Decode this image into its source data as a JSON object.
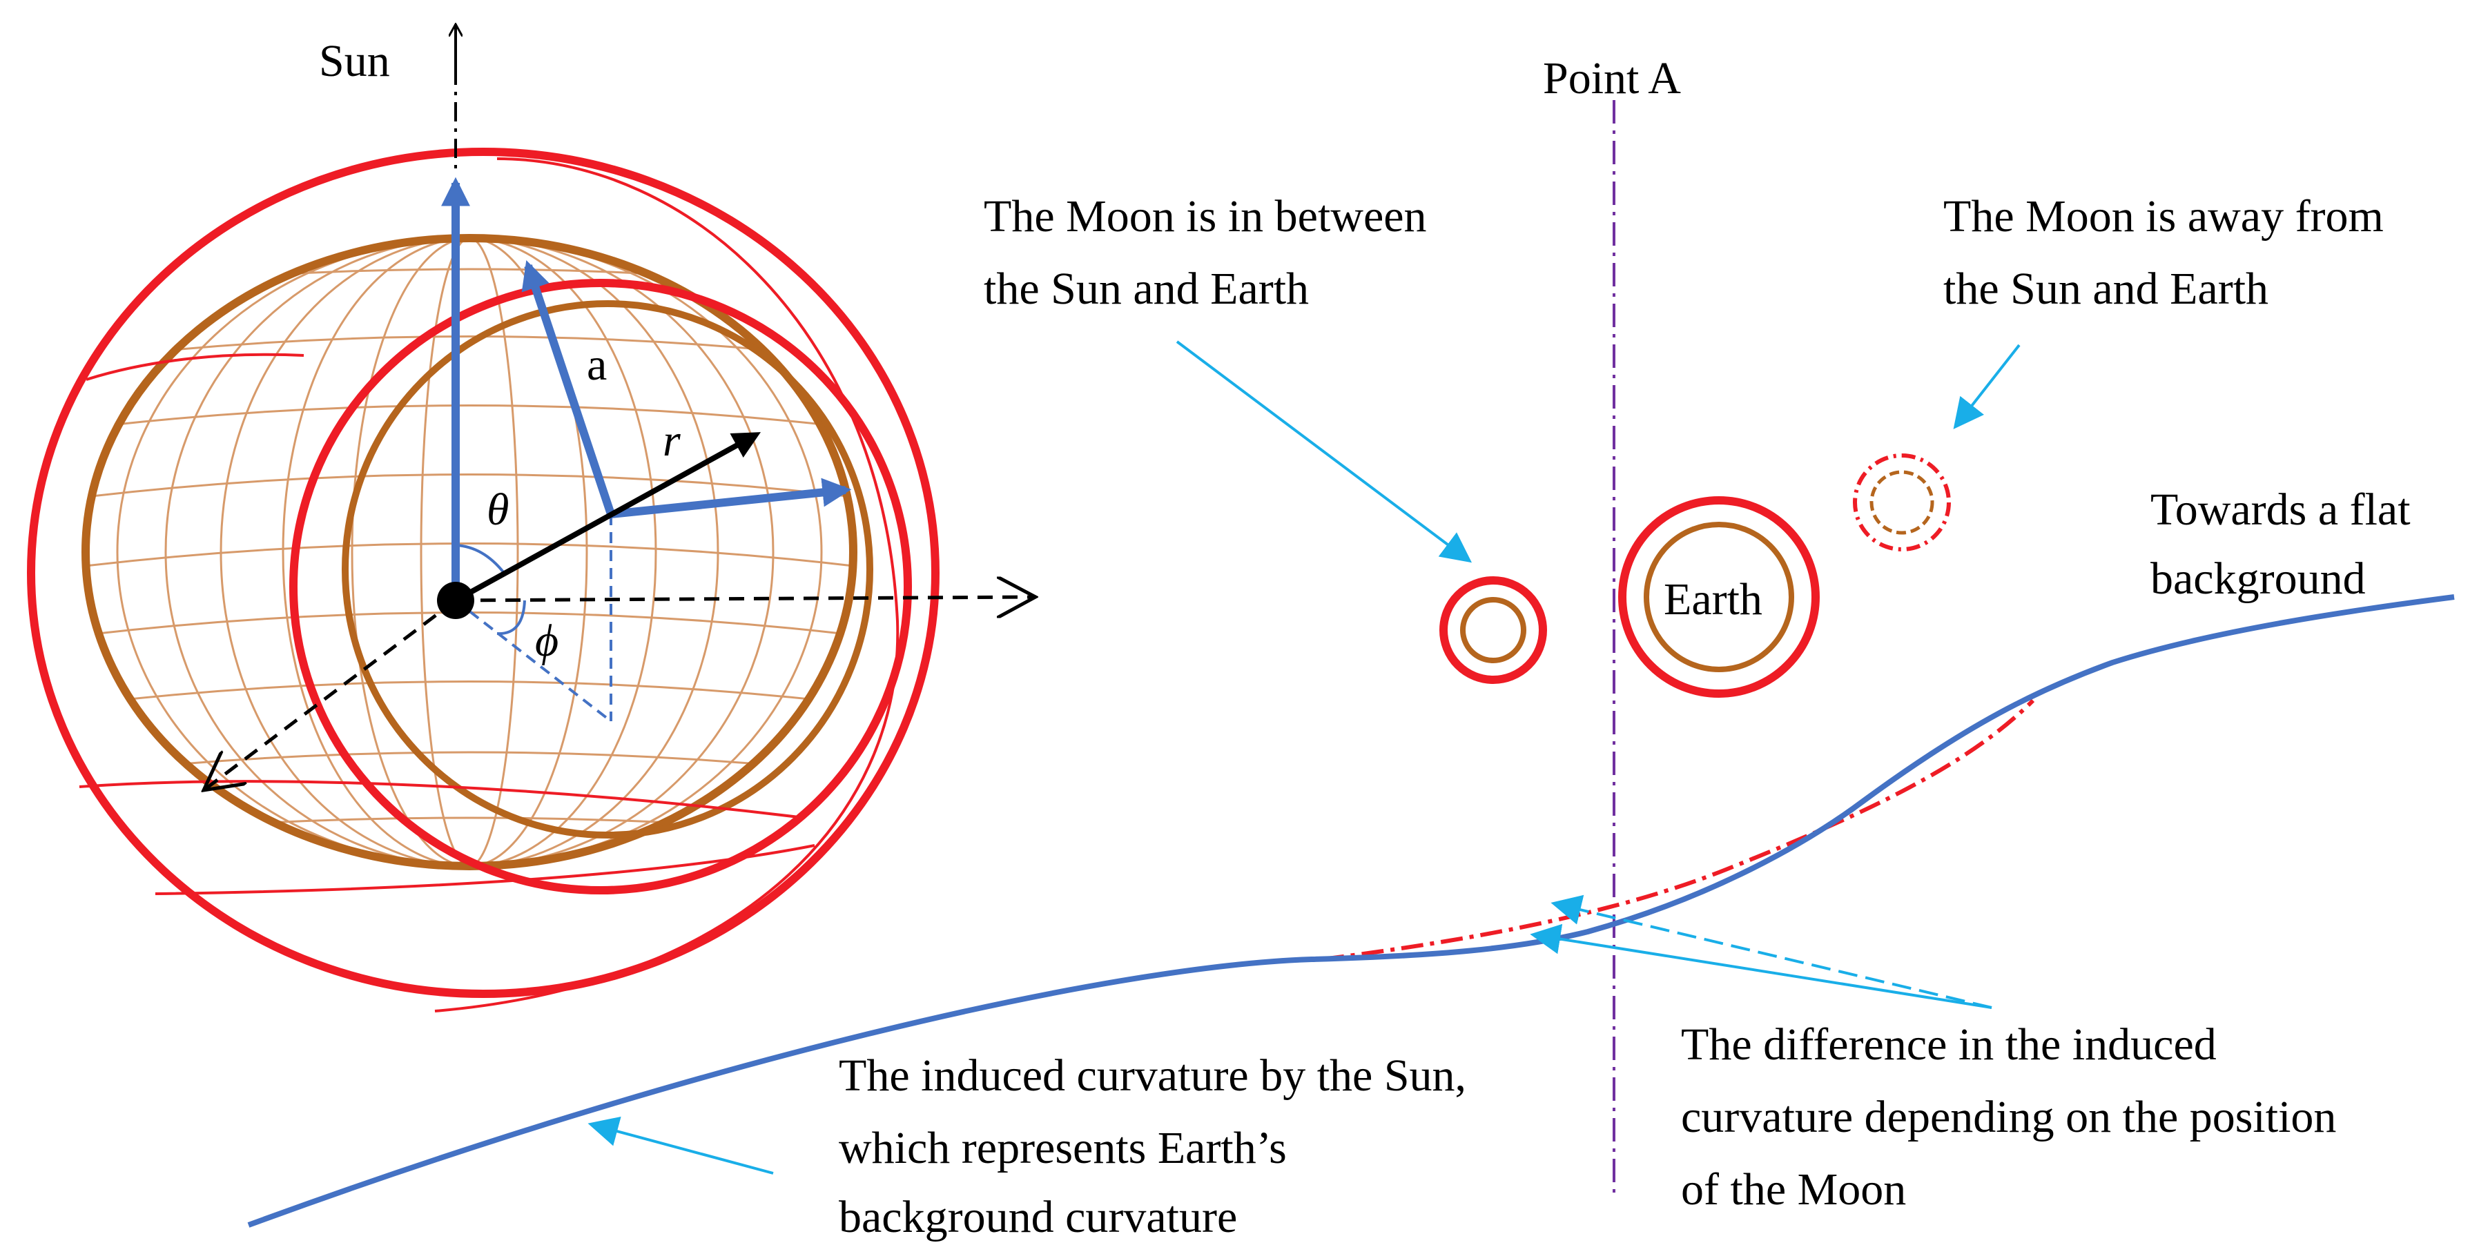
{
  "labels": {
    "sun": "Sun",
    "a": "a",
    "r": "r",
    "theta": "θ",
    "phi": "ϕ",
    "point_a": "Point A",
    "earth": "Earth",
    "moon_between_1": "The Moon is in between",
    "moon_between_2": "the Sun and Earth",
    "moon_away_1": "The Moon is away from",
    "moon_away_2": "the Sun and Earth",
    "flat_1": "Towards a flat",
    "flat_2": "background",
    "induced_1": "The induced curvature by the Sun,",
    "induced_2": "which represents Earth’s",
    "induced_3": "background curvature",
    "difference_1": "The difference in the induced",
    "difference_2": "curvature depending on the position",
    "difference_3": "of the Moon"
  },
  "colors": {
    "red": "#ee1c25",
    "brown": "#b5651d",
    "blue": "#4472c4",
    "cyan": "#19aee8",
    "purple": "#7030a0",
    "black": "#000000"
  }
}
